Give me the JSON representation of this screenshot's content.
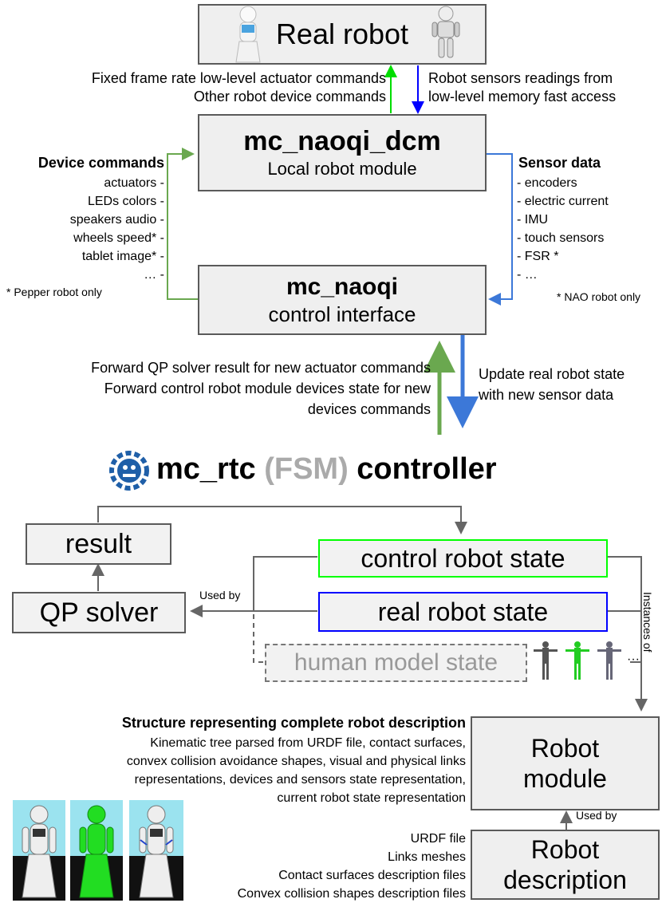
{
  "real_robot": {
    "title": "Real robot"
  },
  "top_arrows": {
    "left_lines": [
      "Fixed frame rate low-level actuator commands",
      "Other robot device commands"
    ],
    "right_lines": [
      "Robot sensors readings from",
      "low-level memory fast access"
    ]
  },
  "dcm": {
    "title": "mc_naoqi_dcm",
    "subtitle": "Local robot module"
  },
  "device_commands": {
    "title": "Device commands",
    "items": [
      "actuators -",
      "LEDs colors -",
      "speakers audio -",
      "wheels speed* -",
      "tablet image* -",
      "… -"
    ],
    "footnote": "* Pepper robot only"
  },
  "sensor_data": {
    "title": "Sensor data",
    "items": [
      "- encoders",
      "- electric current",
      "- IMU",
      "- touch sensors",
      "- FSR *",
      "- …"
    ],
    "footnote": "* NAO robot only"
  },
  "naoqi": {
    "title": "mc_naoqi",
    "subtitle": "control interface"
  },
  "mid_arrows": {
    "left_lines": [
      "Forward QP solver result for new actuator commands",
      "Forward control robot module devices state for new",
      "devices commands"
    ],
    "right_lines": [
      "Update real robot state",
      "with new sensor data"
    ]
  },
  "controller": {
    "title_a": "mc_rtc",
    "title_fsm": "(FSM)",
    "title_b": "controller",
    "result": "result",
    "qp_solver": "QP solver",
    "used_by": "Used by",
    "control_state": "control robot state",
    "real_state": "real robot state",
    "human_state": "human model state",
    "instances_of": "Instances of",
    "ellipsis": "···"
  },
  "structure": {
    "title": "Structure representing complete robot description",
    "lines": [
      "Kinematic tree parsed from URDF file, contact surfaces,",
      "convex collision avoidance shapes, visual and physical links",
      "representations, devices and sensors state representation,",
      "current robot state representation"
    ]
  },
  "robot_module": {
    "line1": "Robot",
    "line2": "module"
  },
  "used_by_bottom": "Used by",
  "robot_description": {
    "line1": "Robot",
    "line2": "description",
    "files": [
      "URDF file",
      "Links meshes",
      "Contact surfaces description files",
      "Convex collision shapes description files"
    ]
  },
  "colors": {
    "green": "#6aa84f",
    "blue": "#3c78d8",
    "bright_green": "#00ff00",
    "pure_blue": "#0000ff",
    "gray": "#666666",
    "box_fill": "#efefef"
  }
}
